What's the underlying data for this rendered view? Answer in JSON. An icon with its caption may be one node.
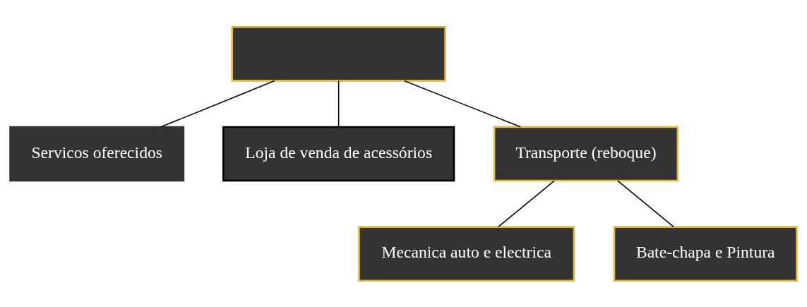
{
  "diagram": {
    "nodes": [
      {
        "text": [],
        "shape": "box"
      },
      {
        "text": [
          "Servicos oferecidos"
        ]
      },
      {
        "text": [
          "Loja de venda de acessórios"
        ]
      },
      {
        "text": [
          "Mecanica auto e electrica"
        ]
      },
      {
        "text": [
          "Transporte (reboque)"
        ]
      },
      {
        "text": [
          "Bate-chapa e Pintura"
        ]
      }
    ],
    "edges": [
      {
        "from": 0,
        "to": 1,
        "arrow": "none"
      },
      {
        "from": 0,
        "to": 2,
        "arrow": "none"
      },
      {
        "from": 0,
        "to": 4,
        "arrow": "none"
      },
      {
        "from": 4,
        "to": 3,
        "arrow": "none"
      },
      {
        "from": 4,
        "to": 5,
        "arrow": "none"
      }
    ]
  }
}
